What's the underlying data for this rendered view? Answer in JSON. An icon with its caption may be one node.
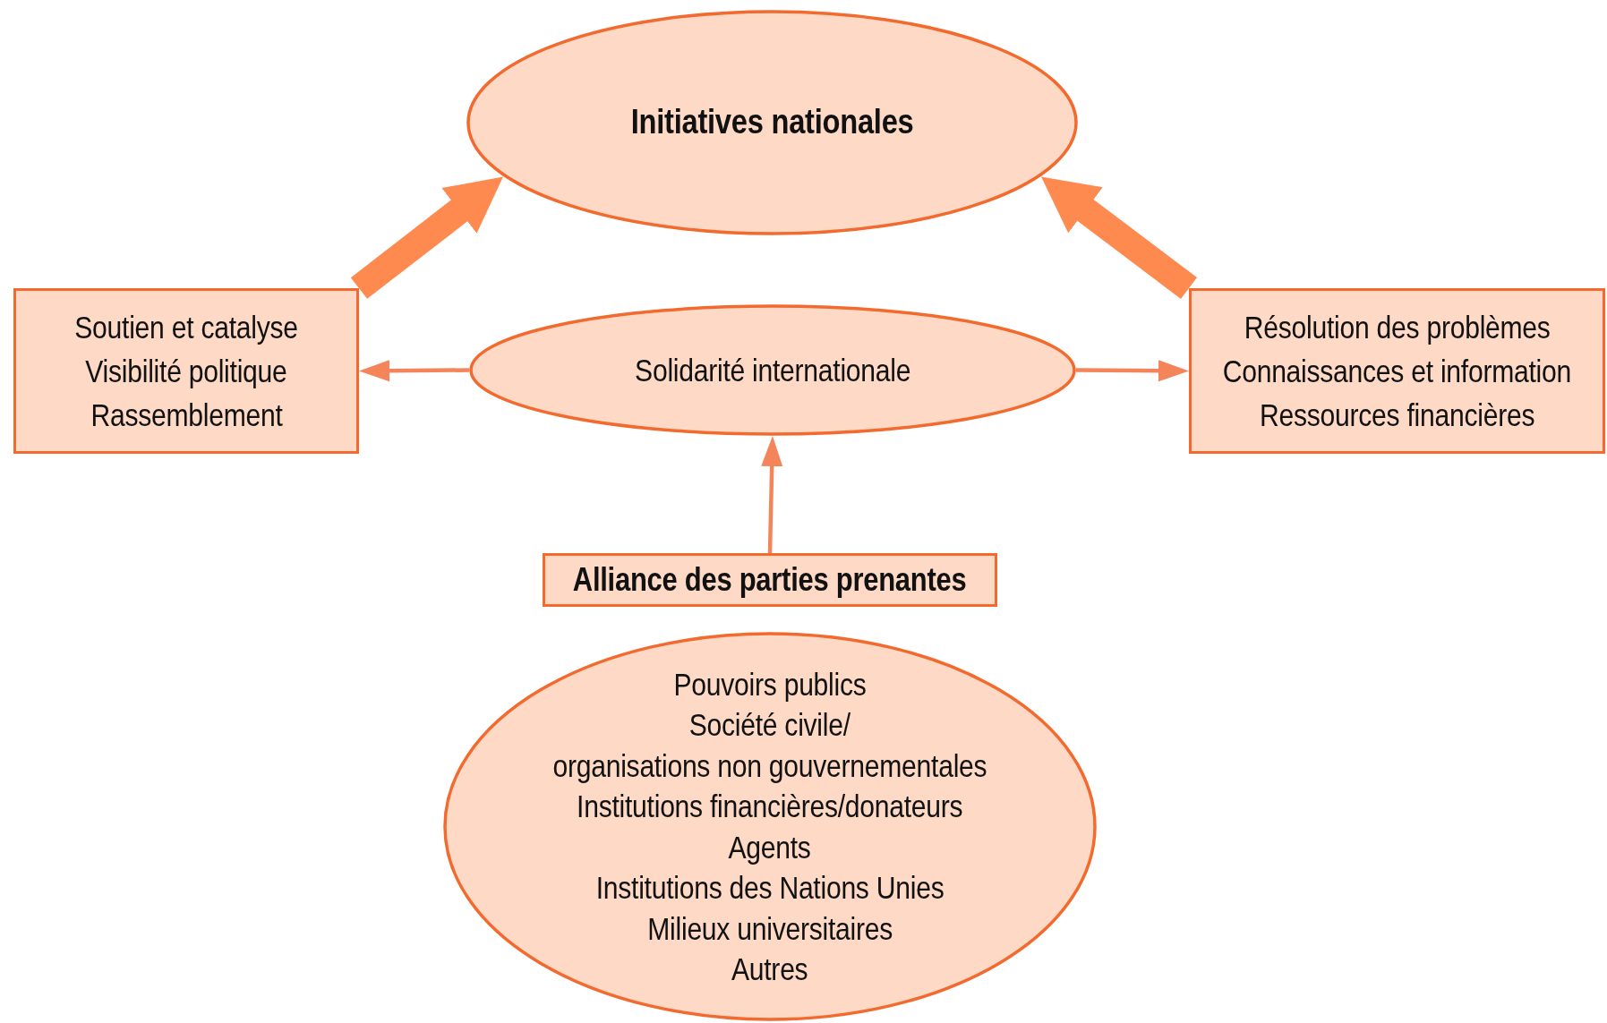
{
  "diagram": {
    "nodes": [
      {
        "text": [
          "Initiatives nationales"
        ]
      },
      {
        "text": [
          "Soutien et catalyse",
          "Visibilité politique",
          "Rassemblement"
        ]
      },
      {
        "text": [
          "Solidarité internationale"
        ]
      },
      {
        "text": [
          "Résolution des problèmes",
          "Connaissances et information",
          "Ressources financières"
        ]
      },
      {
        "text": [
          "Alliance des parties prenantes"
        ]
      },
      {
        "text": [
          "Pouvoirs publics",
          "Société civile/",
          "organisations non gouvernementales",
          "Institutions financières/donateurs",
          "Agents",
          "Institutions des Nations Unies",
          "Milieux universitaires",
          "Autres"
        ]
      }
    ],
    "edges": [
      {
        "from": 1,
        "to": 0,
        "arrow": "to",
        "style": "thick"
      },
      {
        "from": 3,
        "to": 0,
        "arrow": "to",
        "style": "thick"
      },
      {
        "from": 2,
        "to": 1,
        "arrow": "to"
      },
      {
        "from": 2,
        "to": 3,
        "arrow": "to"
      },
      {
        "from": 4,
        "to": 2,
        "arrow": "to"
      }
    ]
  }
}
